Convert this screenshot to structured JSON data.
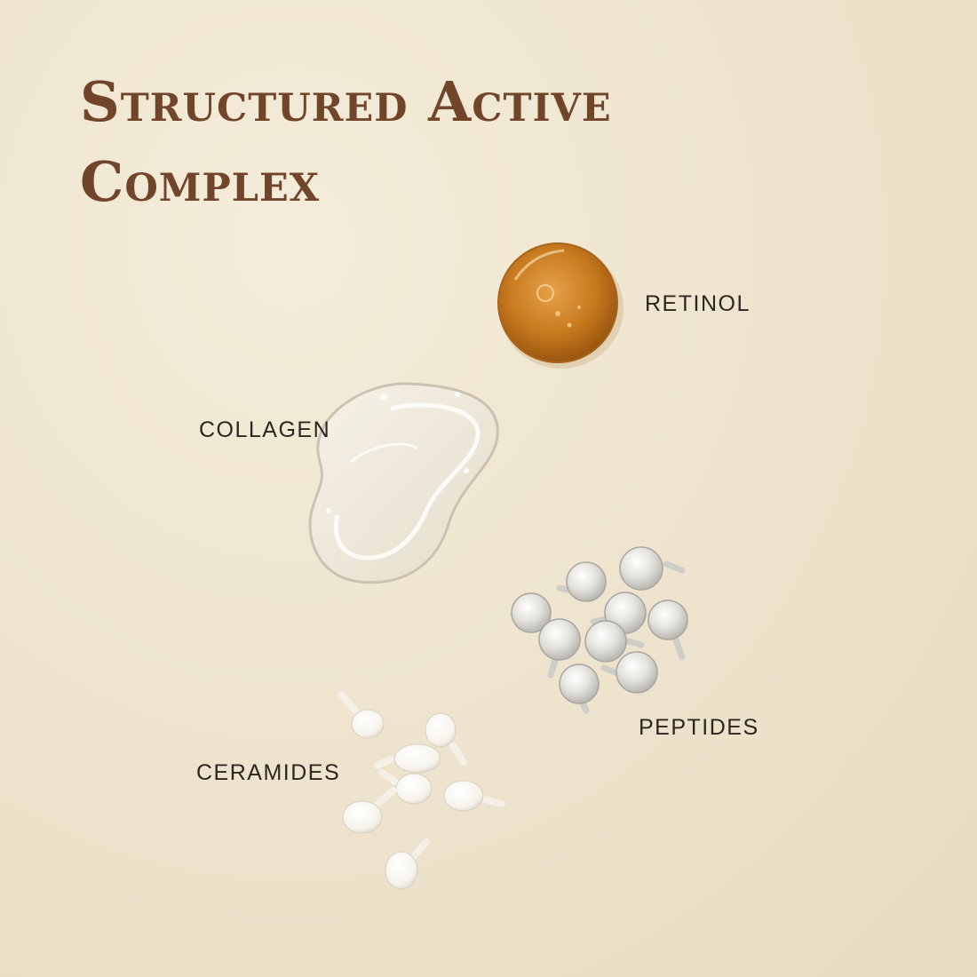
{
  "title": {
    "line1": "Structured Active",
    "line2": "Complex"
  },
  "ingredients": {
    "retinol": "RETINOL",
    "collagen": "COLLAGEN",
    "peptides": "PEPTIDES",
    "ceramides": "CERAMIDES"
  },
  "colors": {
    "background": "#efe5cf",
    "title": "#71452a",
    "label": "#2c2620",
    "retinol_drop": "#c87a1e"
  }
}
